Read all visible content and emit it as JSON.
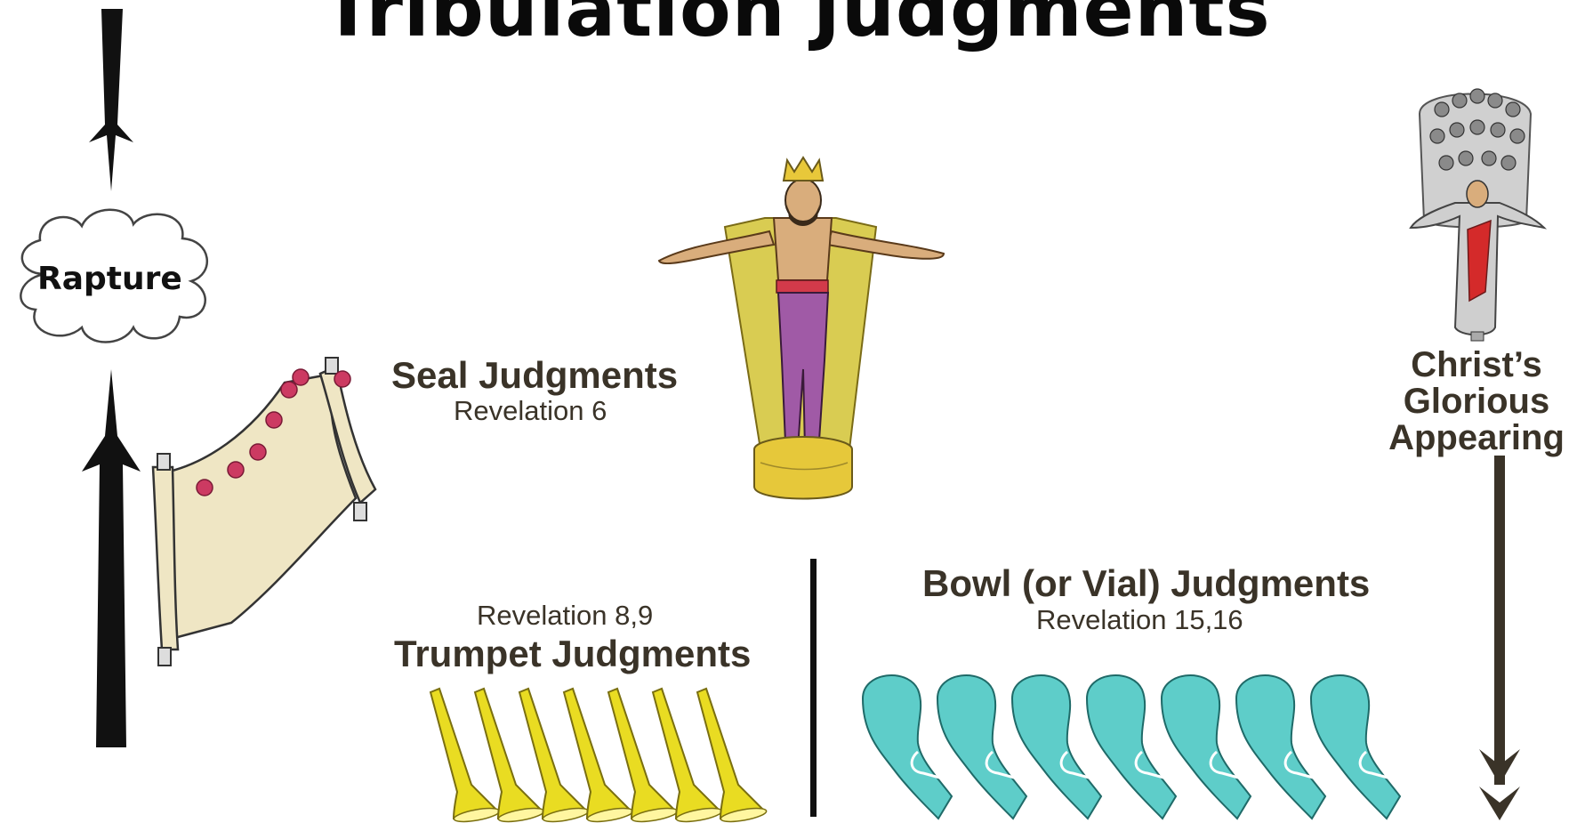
{
  "title": "Tribulation Judgments",
  "rapture": {
    "label": "Rapture"
  },
  "seal": {
    "title": "Seal Judgments",
    "reference": "Revelation 6"
  },
  "trumpet": {
    "reference": "Revelation 8,9",
    "title": "Trumpet Judgments",
    "count": 7
  },
  "bowl": {
    "title": "Bowl (or Vial) Judgments",
    "reference": "Revelation 15,16",
    "count": 7
  },
  "appearing": {
    "line1": "Christ’s",
    "line2": "Glorious",
    "line3": "Appearing"
  },
  "colors": {
    "trumpet": "#e9dc22",
    "bowl": "#5ecdc9",
    "scroll": "#efe6c4",
    "seal": "#cc3a62",
    "robe": "#a05aa6",
    "cape": "#d9cc52",
    "skin": "#d9ad7c",
    "pedestal": "#e6c83a",
    "text": "#3a3328",
    "arrow_right": "#3a3328"
  },
  "icons": [
    "down-arrow-icon",
    "up-arrow-icon",
    "cloud-icon",
    "scroll-icon",
    "king-figure-icon",
    "trumpet-icon",
    "bowl-icon",
    "christ-figure-icon"
  ]
}
